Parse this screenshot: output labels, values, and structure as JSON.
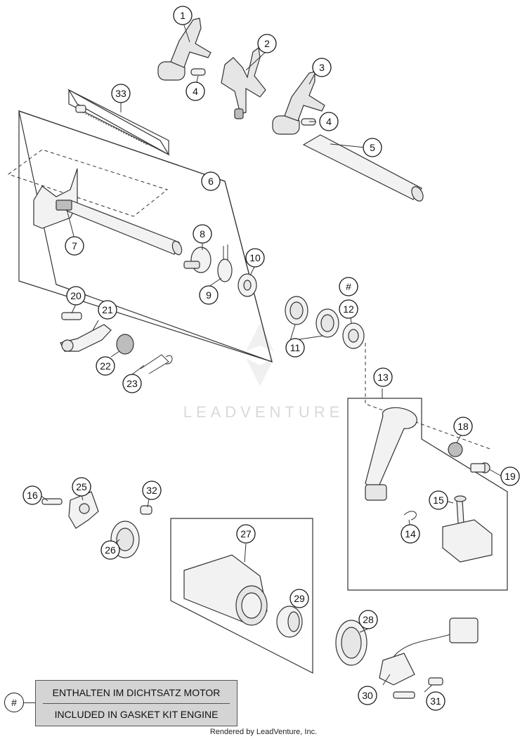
{
  "callouts": [
    {
      "label": "1"
    },
    {
      "label": "2"
    },
    {
      "label": "3"
    },
    {
      "label": "4"
    },
    {
      "label": "4"
    },
    {
      "label": "5"
    },
    {
      "label": "6"
    },
    {
      "label": "7"
    },
    {
      "label": "8"
    },
    {
      "label": "9"
    },
    {
      "label": "10"
    },
    {
      "label": "11"
    },
    {
      "label": "#"
    },
    {
      "label": "12"
    },
    {
      "label": "13"
    },
    {
      "label": "14"
    },
    {
      "label": "15"
    },
    {
      "label": "16"
    },
    {
      "label": "18"
    },
    {
      "label": "19"
    },
    {
      "label": "20"
    },
    {
      "label": "21"
    },
    {
      "label": "22"
    },
    {
      "label": "23"
    },
    {
      "label": "25"
    },
    {
      "label": "26"
    },
    {
      "label": "27"
    },
    {
      "label": "28"
    },
    {
      "label": "29"
    },
    {
      "label": "30"
    },
    {
      "label": "31"
    },
    {
      "label": "32"
    },
    {
      "label": "33"
    }
  ],
  "legend": {
    "symbol": "#",
    "line1": "ENTHALTEN IM DICHTSATZ MOTOR",
    "line2": "INCLUDED IN GASKET KIT ENGINE"
  },
  "watermark": "LEADVENTURE",
  "credit": "Rendered by LeadVenture, Inc."
}
